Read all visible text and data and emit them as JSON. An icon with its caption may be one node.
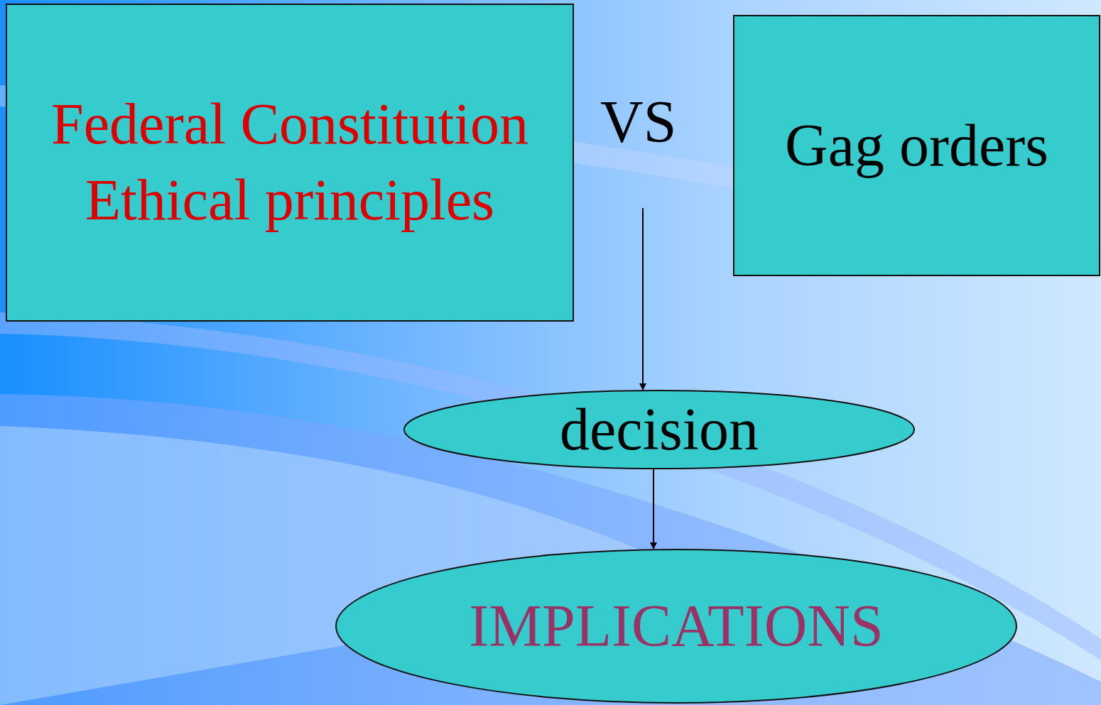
{
  "diagram": {
    "nodes": [
      {
        "text": [
          "Federal Constitution",
          "Ethical principles"
        ]
      },
      {
        "text": [
          "Gag orders"
        ]
      },
      {
        "text": [
          "decision"
        ]
      },
      {
        "text": [
          "IMPLICATIONS"
        ]
      }
    ],
    "edges": [
      {
        "from": null,
        "to": 2,
        "arrow": "to"
      },
      {
        "from": 2,
        "to": 3,
        "arrow": "to"
      }
    ],
    "labels": [
      "VS"
    ]
  }
}
